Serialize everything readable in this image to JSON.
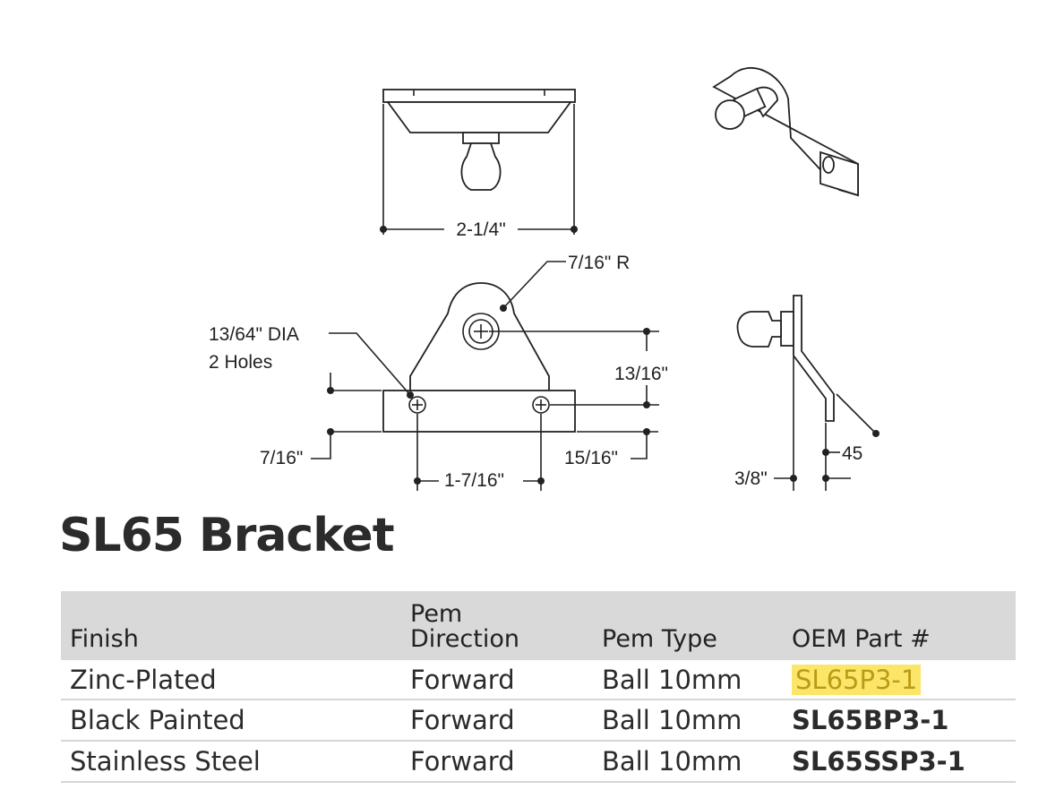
{
  "drawing": {
    "top_view_width": "2-1/4\"",
    "radius_label": "7/16\" R",
    "hole_dia_label": "13/64\" DIA",
    "hole_count_label": "2 Holes",
    "height_label": "13/16\"",
    "left_offset_label": "7/16\"",
    "hole_spacing_label": "1-7/16\"",
    "bottom_offset_label": "15/16\"",
    "thickness_label": "3/8\"",
    "angle_label": "45"
  },
  "title": "SL65 Bracket",
  "table": {
    "headers": [
      "Finish",
      "Pem\nDirection",
      "Pem Type",
      "OEM Part #"
    ],
    "rows": [
      {
        "finish": "Zinc-Plated",
        "pem_direction": "Forward",
        "pem_type": "Ball 10mm",
        "oem_part": "SL65P3-1",
        "highlighted": true
      },
      {
        "finish": "Black Painted",
        "pem_direction": "Forward",
        "pem_type": "Ball 10mm",
        "oem_part": "SL65BP3-1"
      },
      {
        "finish": "Stainless Steel",
        "pem_direction": "Forward",
        "pem_type": "Ball 10mm",
        "oem_part": "SL65SSP3-1"
      }
    ]
  },
  "colors": {
    "header_bg": "#d9d9d9",
    "highlight_bg": "#fbe66a",
    "highlight_text": "#b99c14"
  }
}
